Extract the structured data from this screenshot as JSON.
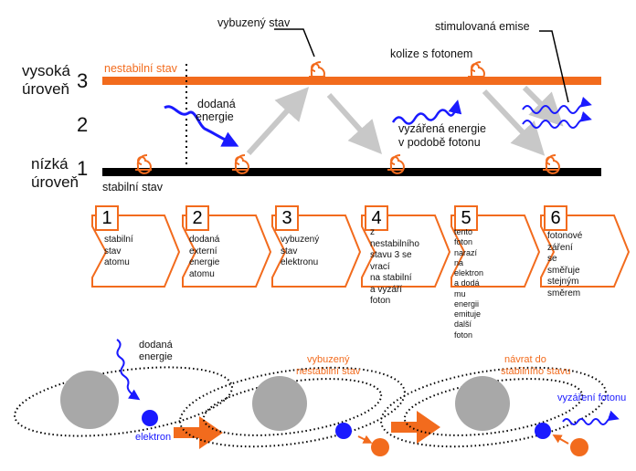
{
  "levels": {
    "high_label_1": "vysoká",
    "high_label_2": "úroveň",
    "high_num": "3",
    "mid_num": "2",
    "low_label_1": "nízká",
    "low_label_2": "úroveň",
    "low_num": "1"
  },
  "labels": {
    "unstable_state": "nestabilní stav",
    "stable_state": "stabilní stav",
    "excited_state": "vybuzený stav",
    "stimulated_emission": "stimulovaná emise",
    "collision": "kolize s fotonem",
    "added_energy_1": "dodaná",
    "added_energy_2": "energie",
    "emitted_energy_1": "vyzářená energie",
    "emitted_energy_2": "v podobě fotonu"
  },
  "steps": [
    {
      "num": "1",
      "text": "stabilní\nstav atomu"
    },
    {
      "num": "2",
      "text": "dodaná externí\nenergie atomu"
    },
    {
      "num": "3",
      "text": "vybuzený stav\nelektronu"
    },
    {
      "num": "4",
      "text": "z nestabilního\nstavu 3 se vrací\nna stabilní\na vyzáří foton"
    },
    {
      "num": "5",
      "text": "tento foton\nnarazí na elektron\na dodá mu energii\nemituje další foton"
    },
    {
      "num": "6",
      "text": "fotonové záření\nse směřuje\nstejným směrem"
    }
  ],
  "bottom": {
    "added_energy_1": "dodaná",
    "added_energy_2": "energie",
    "electron": "elektron",
    "excited_1": "vybuzený",
    "excited_2": "nestabilní stav",
    "return_1": "návrat do",
    "return_2": "stabilního stavu",
    "photon_emission": "vyzáření fotonu"
  },
  "colors": {
    "orange": "#f26b1d",
    "blue": "#1a1aff",
    "black": "#000000",
    "gray_arrow": "#c8c8c8",
    "nucleus": "#a8a8a8"
  }
}
